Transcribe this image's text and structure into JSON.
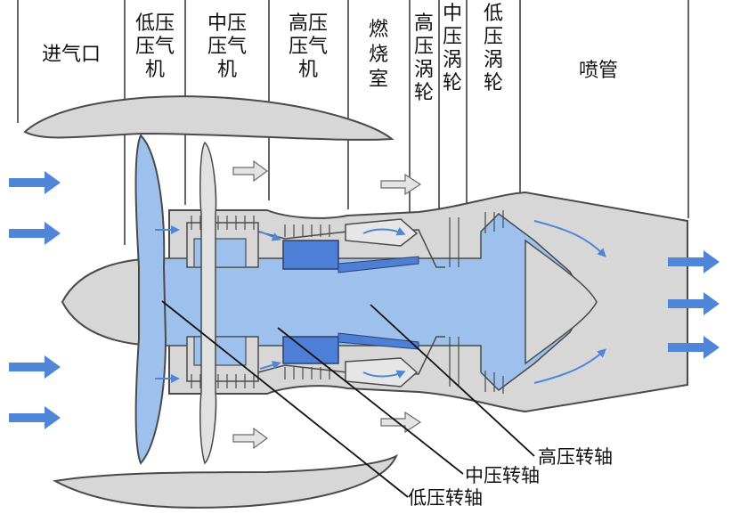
{
  "header_zones": [
    {
      "id": "inlet",
      "lines": [
        "进气口"
      ]
    },
    {
      "id": "lpc",
      "lines": [
        "低压",
        "压气",
        "机"
      ]
    },
    {
      "id": "ipc",
      "lines": [
        "中压",
        "压气",
        "机"
      ]
    },
    {
      "id": "hpc",
      "lines": [
        "高压",
        "压气",
        "机"
      ]
    },
    {
      "id": "combustor",
      "lines": [
        "燃",
        "烧",
        "室"
      ]
    },
    {
      "id": "hpt",
      "lines": [
        "高",
        "压",
        "涡",
        "轮"
      ]
    },
    {
      "id": "ipt",
      "lines": [
        "中",
        "压",
        "涡",
        "轮"
      ]
    },
    {
      "id": "lpt",
      "lines": [
        "低",
        "压",
        "涡",
        "轮"
      ]
    },
    {
      "id": "nozzle",
      "lines": [
        "喷管"
      ]
    }
  ],
  "shaft_labels": {
    "high": "高压转轴",
    "intermediate": "中压转轴",
    "low": "低压转轴"
  },
  "colors": {
    "casing": "#d7d7d7",
    "outline": "#4a4a4a",
    "shaft": "#9dc1ec",
    "core_block": "#4d7fd6",
    "arrow": "#4f86d8",
    "grey_arrow": "#dcdcdc"
  }
}
